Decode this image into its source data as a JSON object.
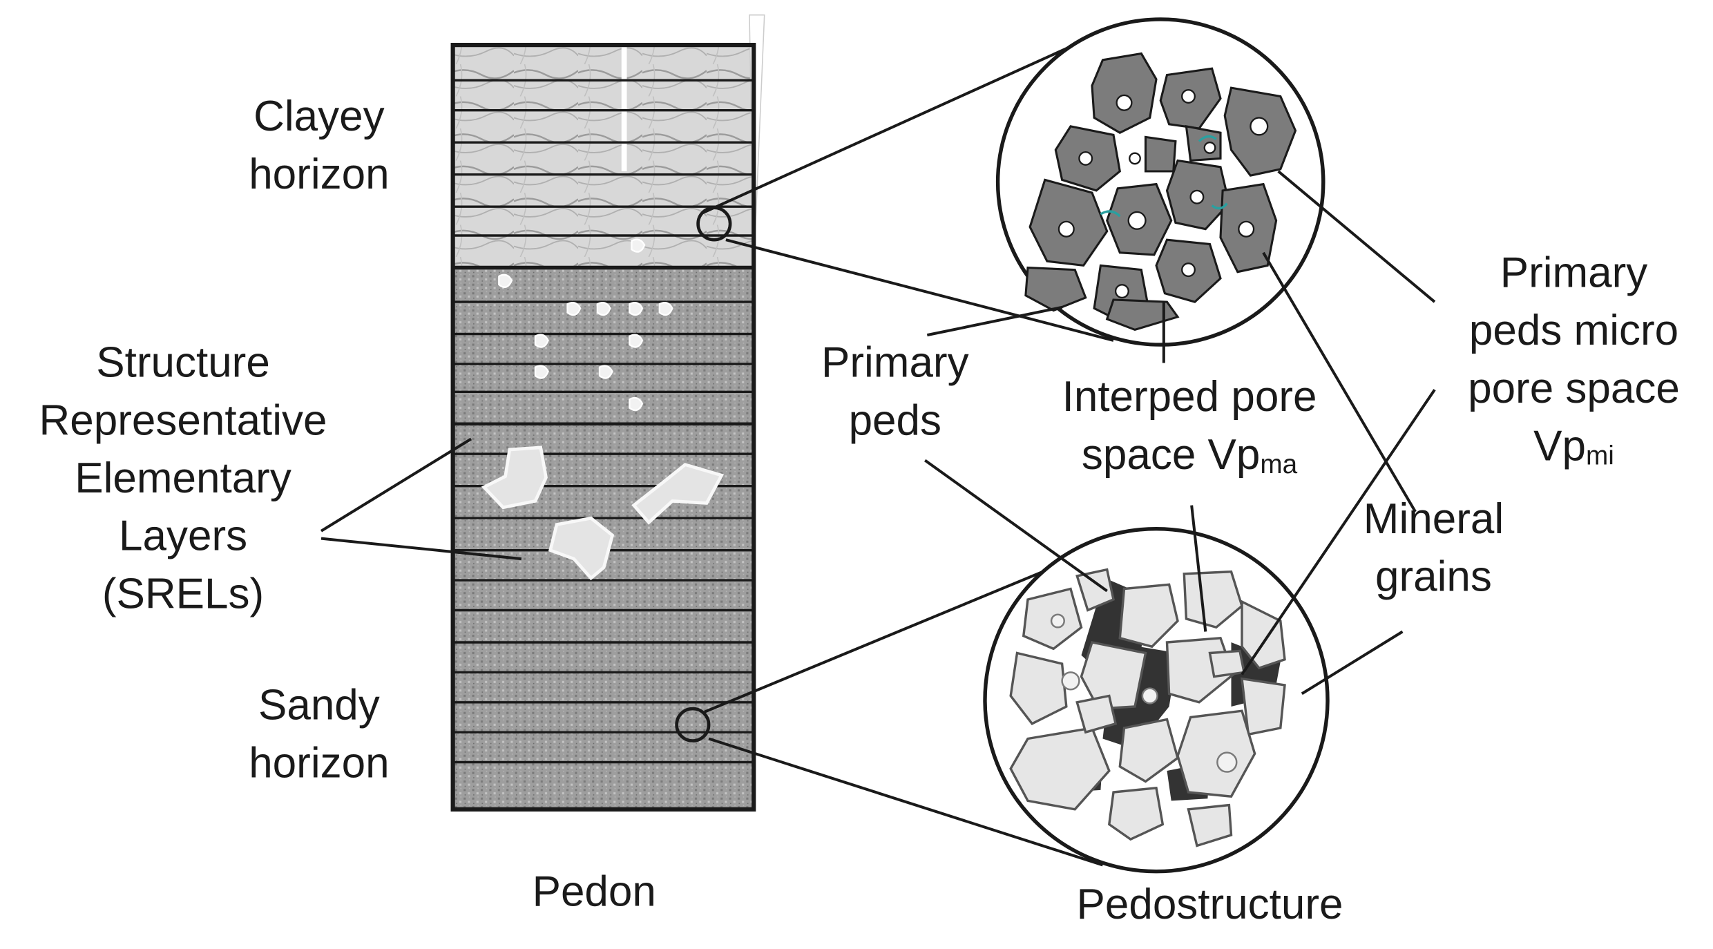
{
  "labels": {
    "clayey_1": "Clayey",
    "clayey_2": "horizon",
    "srel_1": "Structure",
    "srel_2": "Representative",
    "srel_3": "Elementary",
    "srel_4": "Layers",
    "srel_5": "(SRELs)",
    "sandy_1": "Sandy",
    "sandy_2": "horizon",
    "pedon": "Pedon",
    "primary_peds_1": "Primary",
    "primary_peds_2": "peds",
    "interped_1": "Interped pore",
    "interped_2_main": "space Vp",
    "interped_2_sub": "ma",
    "micro_1": "Primary",
    "micro_2": "peds micro",
    "micro_3": "pore space",
    "micro_4_main": "Vp",
    "micro_4_sub": "mi",
    "mineral_1": "Mineral",
    "mineral_2": "grains",
    "pedostructure": "Pedostructure"
  },
  "colors": {
    "clay_fill": "#d6d6d6",
    "sand_fill": "#9a9a9a",
    "ped_fill": "#7c7c7c",
    "grain_fill": "#e6e6e6",
    "pore_dark": "#333333",
    "accent_teal": "#2aa0a0"
  }
}
